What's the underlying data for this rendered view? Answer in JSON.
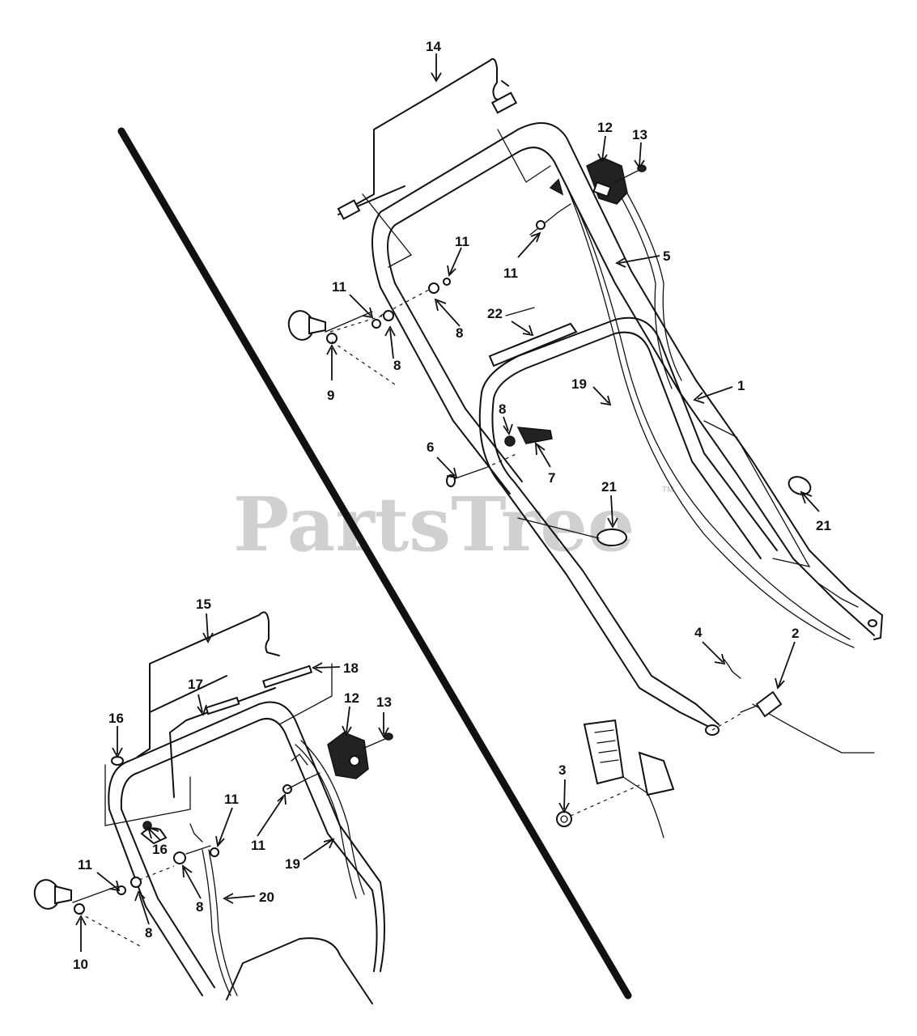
{
  "watermark": {
    "text": "PartsTree",
    "tm": "TM"
  },
  "callouts": [
    {
      "id": "c14a",
      "label": "14"
    },
    {
      "id": "c12a",
      "label": "12"
    },
    {
      "id": "c13a",
      "label": "13"
    },
    {
      "id": "c11a",
      "label": "11"
    },
    {
      "id": "c11b",
      "label": "11"
    },
    {
      "id": "c11c",
      "label": "11"
    },
    {
      "id": "c5",
      "label": "5"
    },
    {
      "id": "c8a",
      "label": "8"
    },
    {
      "id": "c8b",
      "label": "8"
    },
    {
      "id": "c9",
      "label": "9"
    },
    {
      "id": "c22",
      "label": "22"
    },
    {
      "id": "c19a",
      "label": "19"
    },
    {
      "id": "c1",
      "label": "1"
    },
    {
      "id": "c8c",
      "label": "8"
    },
    {
      "id": "c6",
      "label": "6"
    },
    {
      "id": "c7",
      "label": "7"
    },
    {
      "id": "c21a",
      "label": "21"
    },
    {
      "id": "c21b",
      "label": "21"
    },
    {
      "id": "c4",
      "label": "4"
    },
    {
      "id": "c2",
      "label": "2"
    },
    {
      "id": "c3",
      "label": "3"
    },
    {
      "id": "c15",
      "label": "15"
    },
    {
      "id": "c18",
      "label": "18"
    },
    {
      "id": "c17",
      "label": "17"
    },
    {
      "id": "c16a",
      "label": "16"
    },
    {
      "id": "c12b",
      "label": "12"
    },
    {
      "id": "c13b",
      "label": "13"
    },
    {
      "id": "c11d",
      "label": "11"
    },
    {
      "id": "c11e",
      "label": "11"
    },
    {
      "id": "c16b",
      "label": "16"
    },
    {
      "id": "c19b",
      "label": "19"
    },
    {
      "id": "c11f",
      "label": "11"
    },
    {
      "id": "c8d",
      "label": "8"
    },
    {
      "id": "c20",
      "label": "20"
    },
    {
      "id": "c8e",
      "label": "8"
    },
    {
      "id": "c10",
      "label": "10"
    }
  ]
}
